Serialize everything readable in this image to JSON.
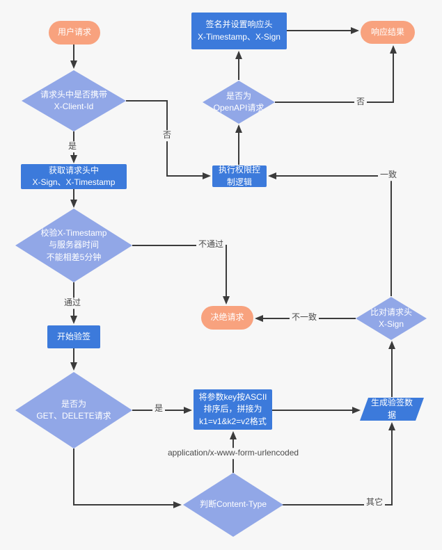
{
  "diagram": {
    "type": "flowchart",
    "colors": {
      "terminal": "#F8A27E",
      "process": "#3C7ADB",
      "decision": "#91A7E7",
      "line": "#3B3B3B",
      "background": "#F7F7F7",
      "label_text": "#4A4A4A"
    },
    "nodes": {
      "start": "用户请求",
      "decision_client_id": "请求头中是否携带\nX-Client-Id",
      "get_headers": "获取请求头中\nX-Sign、X-Timestamp",
      "decision_timestamp": "校验X-Timestamp\n与服务器时间\n不能相差5分钟",
      "start_verify": "开始验签",
      "decision_method": "是否为\nGET、DELETE请求",
      "sort_params": "将参数key按ASCII\n排序后，拼接为\nk1=v1&k2=v2格式",
      "generate_sign": "生成验签数据",
      "decision_content_type": "判断Content-Type",
      "compare_sign": "比对请求头\nX-Sign",
      "permission_control": "执行权限控制逻辑",
      "decision_openapi": "是否为\nOpenAPI请求",
      "sign_response": "签名并设置响应头\nX-Timestamp、X-Sign",
      "response_result": "响应结果",
      "reject_request": "决绝请求"
    },
    "edge_labels": {
      "client_id_yes": "是",
      "client_id_no": "否",
      "timestamp_pass": "通过",
      "timestamp_fail": "不通过",
      "method_yes": "是",
      "content_type_form": "application/x-www-form-urlencoded",
      "content_type_other": "其它",
      "sign_mismatch": "不一致",
      "sign_match": "一致",
      "openapi_no": "否"
    }
  }
}
